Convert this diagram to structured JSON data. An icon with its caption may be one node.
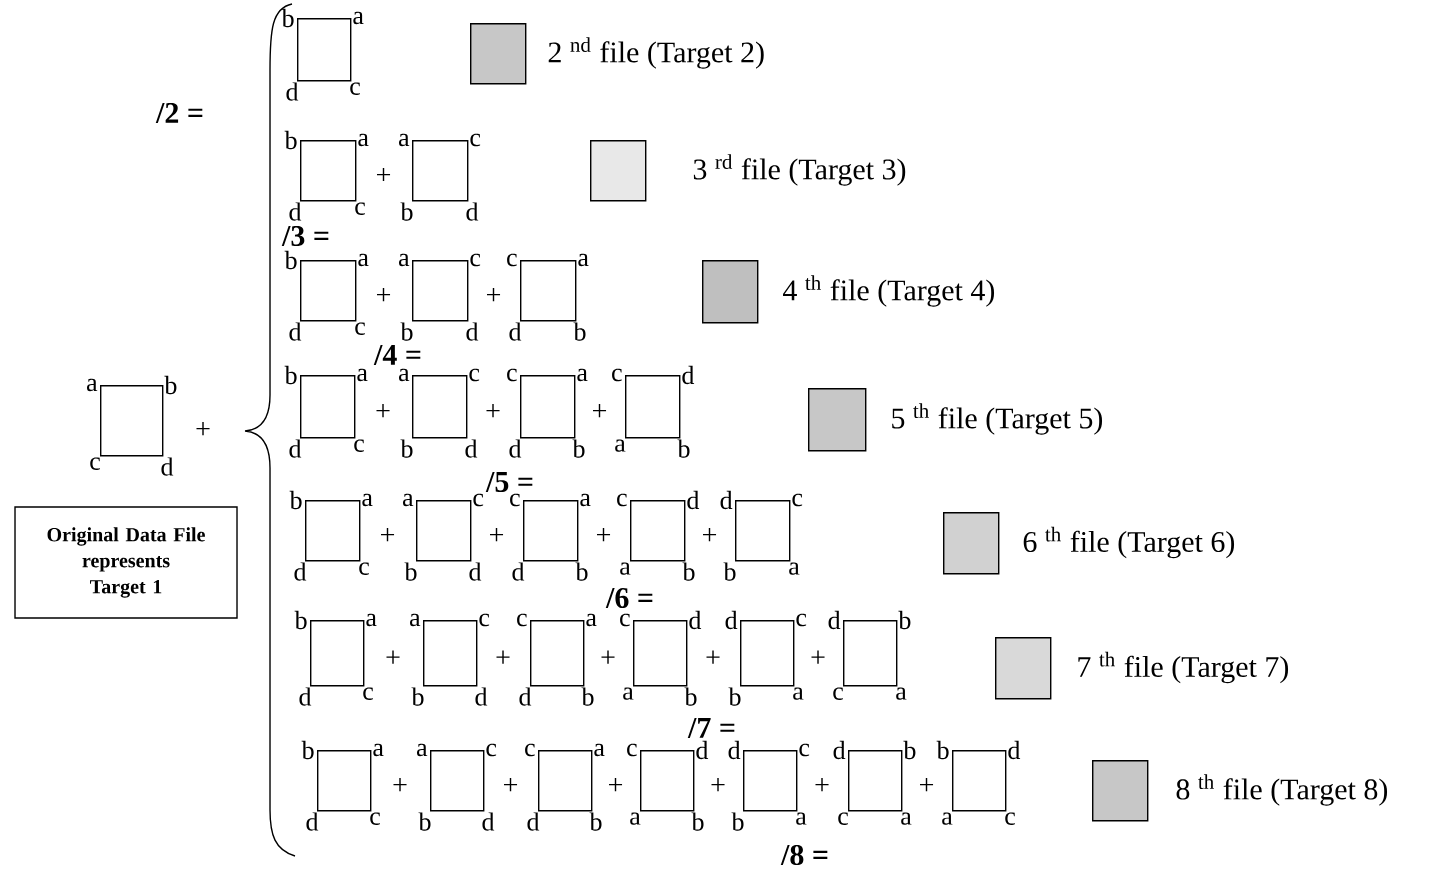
{
  "diagram": {
    "nodes": [
      {
        "text": [
          "a",
          "b",
          "c",
          "d"
        ]
      },
      {
        "text": [
          "Original Data File represents Target 1"
        ]
      },
      {
        "text": [
          "b",
          "a",
          "d",
          "c"
        ]
      },
      {
        "text": [],
        "shape": "box",
        "beside": [
          "2 $^{nd}$ file (Target 2)"
        ]
      },
      {
        "text": [
          "b",
          "a",
          "d",
          "c"
        ]
      },
      {
        "text": [
          "a",
          "c",
          "b",
          "d"
        ]
      },
      {
        "text": [],
        "shape": "box",
        "beside": [
          "3 $^{rd}$ file (Target 3)"
        ]
      },
      {
        "text": [
          "b",
          "a",
          "d",
          "c"
        ]
      },
      {
        "text": [
          "a",
          "c",
          "b",
          "d"
        ]
      },
      {
        "text": [
          "c",
          "a",
          "d",
          "b"
        ]
      },
      {
        "text": [],
        "shape": "box",
        "beside": [
          "4 $^{th}$ file (Target 4)"
        ]
      },
      {
        "text": [
          "b",
          "a",
          "d",
          "c"
        ]
      },
      {
        "text": [
          "a",
          "c",
          "b",
          "d"
        ]
      },
      {
        "text": [
          "c",
          "a",
          "d",
          "b"
        ]
      },
      {
        "text": [
          "c",
          "d",
          "a",
          "b"
        ]
      },
      {
        "text": [],
        "shape": "box",
        "beside": [
          "5 $^{th}$ file (Target 5)"
        ]
      },
      {
        "text": [
          "b",
          "a",
          "d",
          "c"
        ]
      },
      {
        "text": [
          "a",
          "c",
          "b",
          "d"
        ]
      },
      {
        "text": [
          "c",
          "a",
          "d",
          "b"
        ]
      },
      {
        "text": [
          "c",
          "d",
          "a",
          "b"
        ]
      },
      {
        "text": [
          "d",
          "c",
          "b",
          "a"
        ]
      },
      {
        "text": [],
        "shape": "box",
        "beside": [
          "6 $^{th}$ file (Target 6)"
        ]
      },
      {
        "text": [
          "b",
          "a",
          "d",
          "c"
        ]
      },
      {
        "text": [
          "a",
          "c",
          "b",
          "d"
        ]
      },
      {
        "text": [
          "c",
          "a",
          "d",
          "b"
        ]
      },
      {
        "text": [
          "c",
          "d",
          "a",
          "b"
        ]
      },
      {
        "text": [
          "d",
          "c",
          "b",
          "a"
        ]
      },
      {
        "text": [
          "d",
          "b",
          "c",
          "a"
        ]
      },
      {
        "text": [],
        "shape": "box",
        "beside": [
          "7 $^{th}$ file (Target 7)"
        ]
      },
      {
        "text": [
          "b",
          "a",
          "d",
          "c"
        ]
      },
      {
        "text": [
          "a",
          "c",
          "b",
          "d"
        ]
      },
      {
        "text": [
          "c",
          "a",
          "d",
          "b"
        ]
      },
      {
        "text": [
          "c",
          "d",
          "a",
          "b"
        ]
      },
      {
        "text": [
          "d",
          "c",
          "b",
          "a"
        ]
      },
      {
        "text": [
          "d",
          "b",
          "c",
          "a"
        ]
      },
      {
        "text": [
          "b",
          "d",
          "a",
          "c"
        ]
      },
      {
        "text": [],
        "shape": "box",
        "beside": [
          "8 $^{th}$ file (Target 8)"
        ]
      }
    ],
    "labels": [
      "/2 =",
      "+",
      "/3 =",
      "+",
      "+",
      "/4 =",
      "+",
      "+",
      "+",
      "+",
      "/5 =",
      "+",
      "+",
      "+",
      "+",
      "/6 =",
      "+",
      "+",
      "+",
      "+",
      "+",
      "/7 =",
      "+",
      "+",
      "+",
      "+",
      "+",
      "+",
      "/8 ="
    ]
  }
}
